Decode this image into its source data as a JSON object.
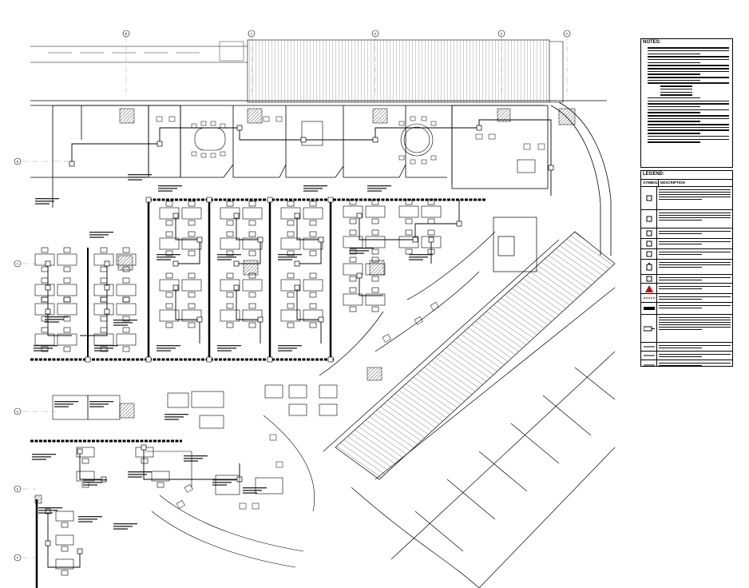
{
  "sheet": {
    "notes_heading": "NOTES:",
    "legend_title": "LEGEND:",
    "legend_col_symbol": "SYMBOL",
    "legend_col_description": "DESCRIPTION",
    "grid_bubbles_top": [
      "B",
      "C",
      "D",
      "E",
      "F"
    ],
    "grid_bubbles_left": [
      "B",
      "C",
      "D",
      "E",
      "F"
    ]
  },
  "colors": {
    "linework": "#000000",
    "hatch": "#444444",
    "legend_red_symbol": "#cc0000"
  }
}
